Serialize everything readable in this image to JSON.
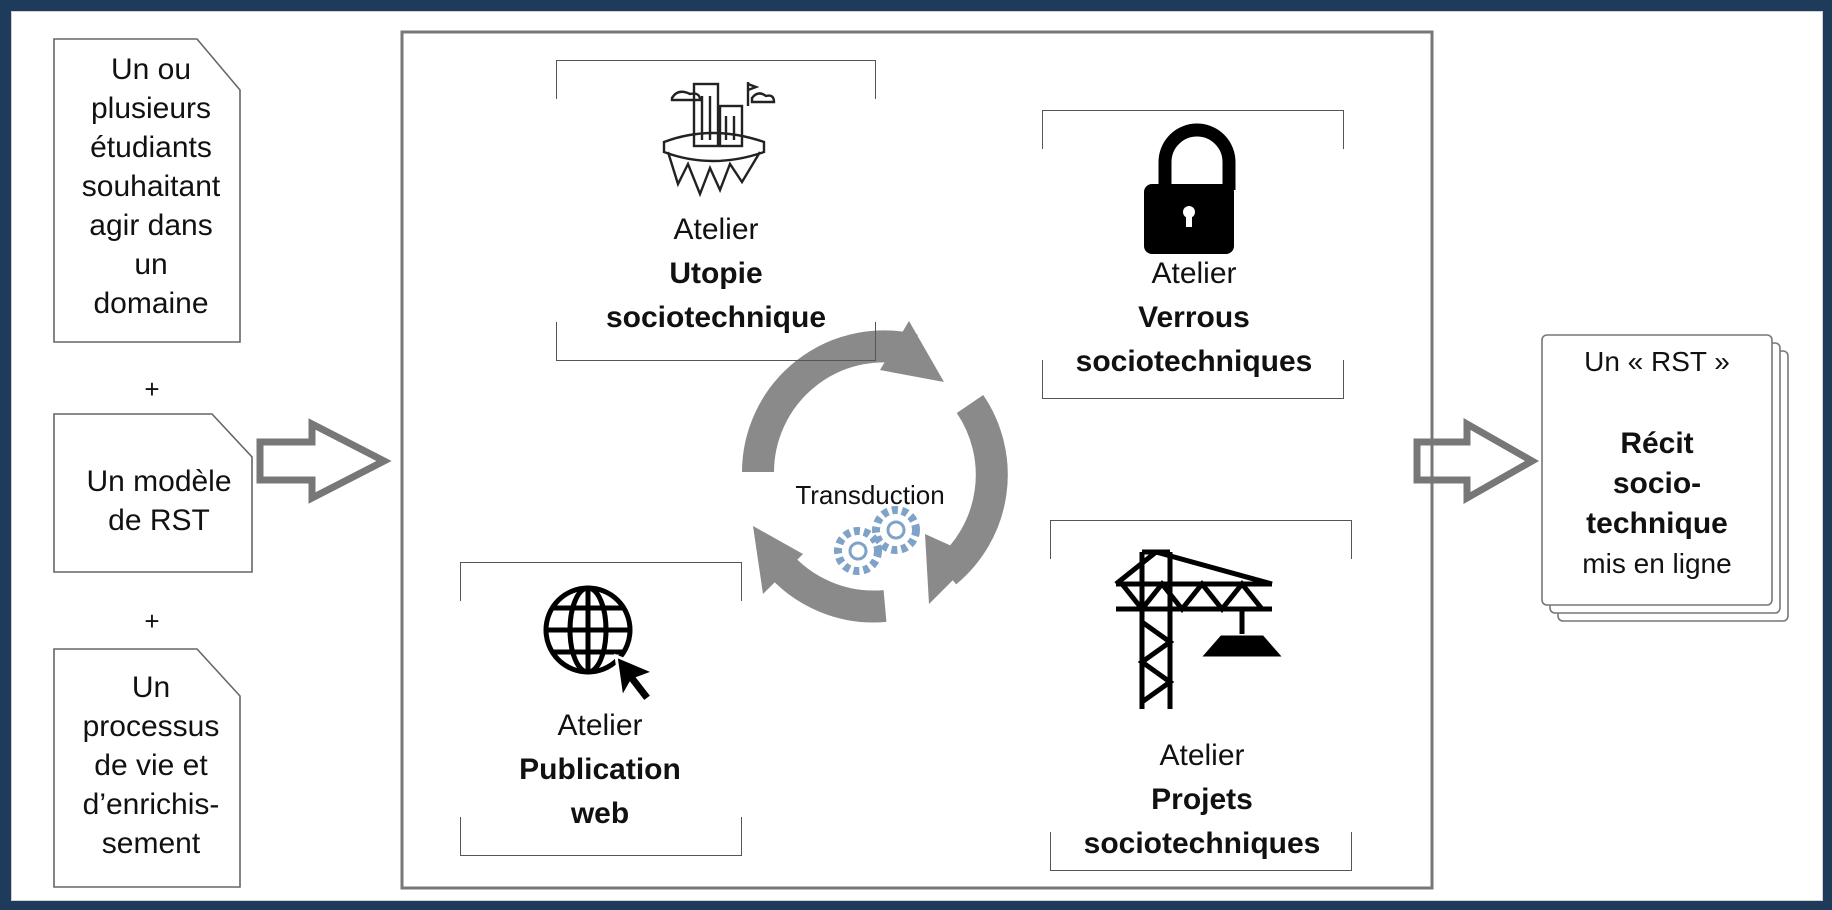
{
  "inputs": {
    "doc1": [
      "Un ou",
      "plusieurs",
      "étudiants",
      "souhaitant",
      "agir dans",
      "un",
      "domaine"
    ],
    "plus1": "+",
    "doc2": [
      "Un modèle",
      "de RST"
    ],
    "plus2": "+",
    "doc3": [
      "Un",
      "processus",
      "de vie et",
      "d’enrichis-",
      "sement"
    ]
  },
  "workshops": {
    "utopie": {
      "prefix": "Atelier",
      "title_line1": "Utopie",
      "title_line2": "sociotechnique",
      "icon": "floating-city-icon"
    },
    "verrous": {
      "prefix": "Atelier",
      "title_line1": "Verrous",
      "title_line2": "sociotechniques",
      "icon": "padlock-icon"
    },
    "publication": {
      "prefix": "Atelier",
      "title_line1": "Publication",
      "title_line2": "web",
      "icon": "globe-cursor-icon"
    },
    "projets": {
      "prefix": "Atelier",
      "title_line1": "Projets",
      "title_line2": "sociotechniques",
      "icon": "crane-icon"
    }
  },
  "cycle": {
    "label": "Transduction",
    "icon": "gears-icon"
  },
  "output": {
    "heading": "Un « RST »",
    "title_lines": [
      "Récit",
      "socio-",
      "technique"
    ],
    "subtitle": "mis en ligne"
  },
  "colors": {
    "page_frame": "#1f3b5c",
    "cycle_arrows": "#8a8a8a",
    "gears": "#8fb0d3",
    "outline": "#555555"
  }
}
